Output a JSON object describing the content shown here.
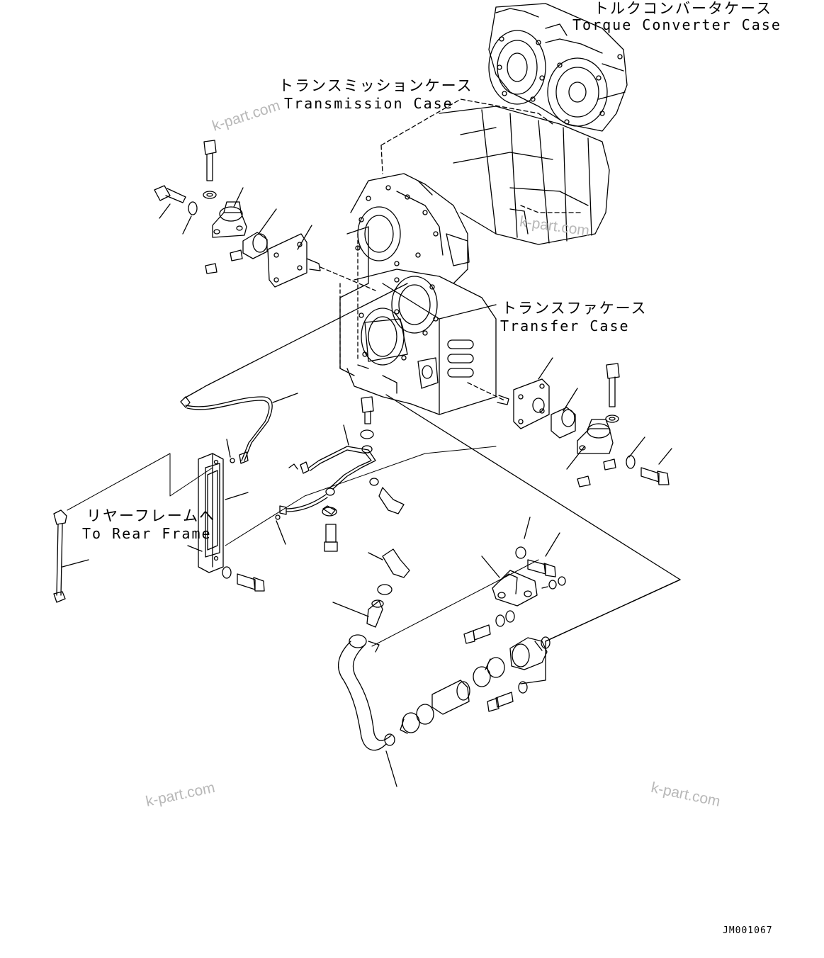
{
  "labels": {
    "torque_converter_jp": "トルクコンバータケース",
    "torque_converter_en": "Torque Converter Case",
    "transmission_jp": "トランスミッションケース",
    "transmission_en": "Transmission Case",
    "transfer_jp": "トランスファケース",
    "transfer_en": "Transfer Case",
    "rear_frame_jp": "リヤーフレームへ",
    "rear_frame_en": "To Rear Frame"
  },
  "watermarks": [
    "k-part.com",
    "k-part.com",
    "k-part.com",
    "k-part.com"
  ],
  "drawing_code": "JM001067"
}
